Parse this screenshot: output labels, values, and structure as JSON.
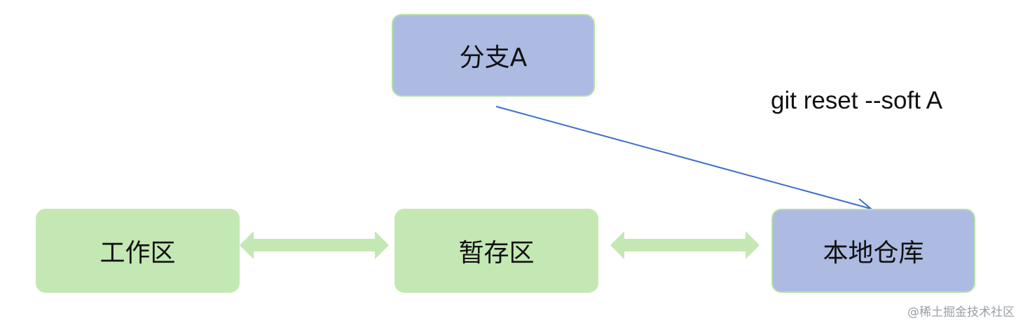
{
  "nodes": {
    "branch": "分支A",
    "workspace": "工作区",
    "staging": "暂存区",
    "repository": "本地仓库"
  },
  "command": "git reset --soft A",
  "watermark": "@稀土掘金技术社区",
  "colors": {
    "blue_node": "#adbbe3",
    "green_node": "#c4e8b3",
    "arrow_blue": "#3d6fc6",
    "arrow_green": "#c4e8b3"
  }
}
